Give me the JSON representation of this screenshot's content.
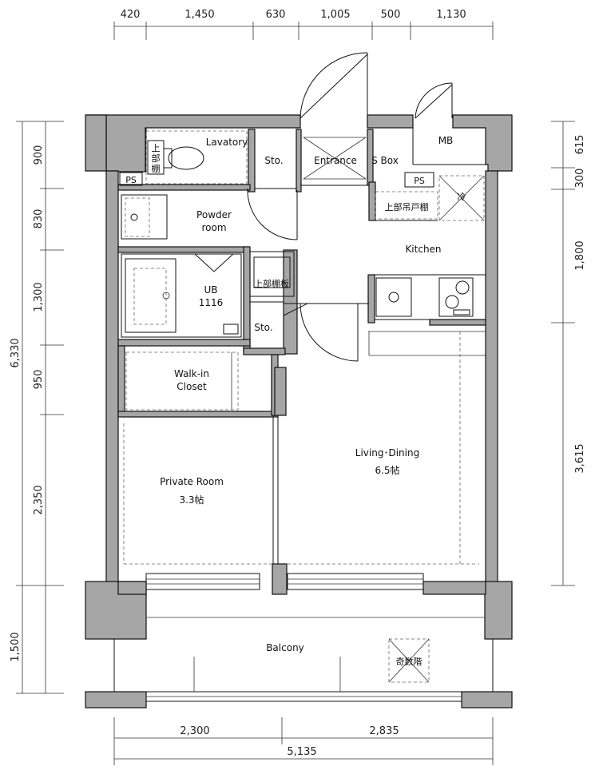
{
  "dimensions": {
    "top": [
      "420",
      "1,450",
      "630",
      "1,005",
      "500",
      "1,130"
    ],
    "left": [
      "900",
      "830",
      "1,300",
      "950",
      "2,350",
      "1,500"
    ],
    "left_total": "6,330",
    "right": [
      "615",
      "300",
      "1,800",
      "3,615"
    ],
    "bottom": [
      "2,300",
      "2,835"
    ],
    "bottom_total": "5,135"
  },
  "rooms": {
    "lavatory": "Lavatory",
    "sto1": "Sto.",
    "entrance": "Entrance",
    "sbox": "S Box",
    "mb": "MB",
    "ps1": "PS",
    "ps2": "PS",
    "upper_shelf_v1": "上",
    "upper_shelf_v2": "部",
    "upper_shelf_v3": "棚",
    "upper_cabinet": "上部吊戸棚",
    "powder_line1": "Powder",
    "powder_line2": "room",
    "kitchen": "Kitchen",
    "ub_line1": "UB",
    "ub_line2": "1116",
    "upper_shelf_board": "上部棚板",
    "sto2": "Sto.",
    "fridge": "冷",
    "walkin_line1": "Walk-in",
    "walkin_line2": "Closet",
    "living_line1": "Living･Dining",
    "living_line2": "6.5帖",
    "private_line1": "Private Room",
    "private_line2": "3.3帖",
    "balcony": "Balcony",
    "odd_floor": "奇数階"
  }
}
